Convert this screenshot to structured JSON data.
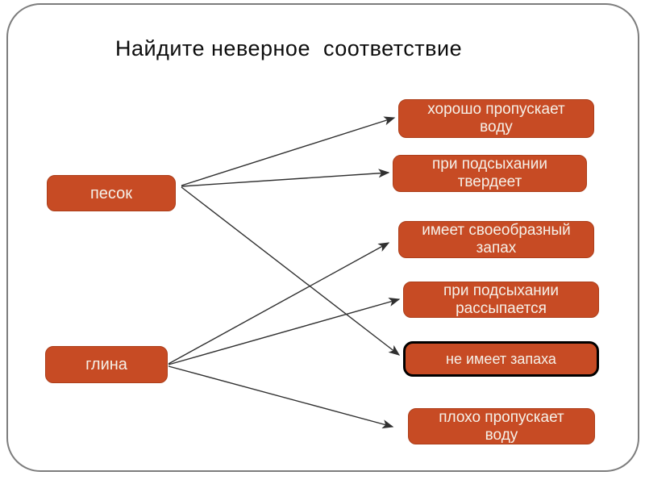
{
  "title": "Найдите неверное  соответствие",
  "colors": {
    "background": "#FFFFFF",
    "card_border": "#7D7D7D",
    "node_fill": "#C74B24",
    "node_border": "#AC3E1A",
    "node_text": "#F5F0E8",
    "highlight_border": "#000000",
    "arrow": "#303030",
    "title_text": "#0D0D0D"
  },
  "left_nodes": [
    {
      "id": "pesok",
      "label": "песок"
    },
    {
      "id": "glina",
      "label": "глина"
    }
  ],
  "right_nodes": [
    {
      "id": "r1",
      "label": "хорошо пропускает\nводу",
      "highlighted": false
    },
    {
      "id": "r2",
      "label": "при подсыхании\nтвердеет",
      "highlighted": false
    },
    {
      "id": "r3",
      "label": "имеет своеобразный\nзапах",
      "highlighted": false
    },
    {
      "id": "r4",
      "label": "при подсыхании\nрассыпается",
      "highlighted": false
    },
    {
      "id": "r5",
      "label": "не имеет запаха",
      "highlighted": true
    },
    {
      "id": "r6",
      "label": "плохо пропускает\nводу",
      "highlighted": false
    }
  ],
  "edges": [
    {
      "from": "pesok",
      "to": "r1"
    },
    {
      "from": "pesok",
      "to": "r2"
    },
    {
      "from": "pesok",
      "to": "r5"
    },
    {
      "from": "glina",
      "to": "r3"
    },
    {
      "from": "glina",
      "to": "r4"
    },
    {
      "from": "glina",
      "to": "r6"
    }
  ]
}
